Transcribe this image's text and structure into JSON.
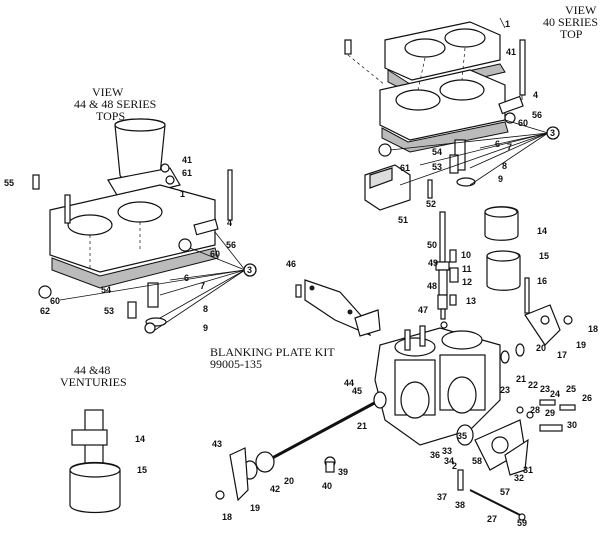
{
  "captions": {
    "view_40_line1": "VIEW",
    "view_40_line2": "40  SERIES",
    "view_40_line3": "TOP",
    "view_44_line1": "VIEW",
    "view_44_line2": "44 & 48 SERIES",
    "view_44_line3": "TOPS",
    "blanking_line1": "BLANKING PLATE KIT",
    "blanking_line2": "99005-135",
    "venturi_line1": "44 &48",
    "venturi_line2": "VENTURIES"
  },
  "labels": [
    {
      "id": "r1",
      "t": "1"
    },
    {
      "id": "r41",
      "t": "41"
    },
    {
      "id": "r4",
      "t": "4"
    },
    {
      "id": "r56",
      "t": "56"
    },
    {
      "id": "r60",
      "t": "60"
    },
    {
      "id": "r3",
      "t": "3"
    },
    {
      "id": "r54",
      "t": "54"
    },
    {
      "id": "r6",
      "t": "6"
    },
    {
      "id": "r7",
      "t": "7"
    },
    {
      "id": "r53",
      "t": "53"
    },
    {
      "id": "r8",
      "t": "8"
    },
    {
      "id": "r61",
      "t": "61"
    },
    {
      "id": "r9",
      "t": "9"
    },
    {
      "id": "r52",
      "t": "52"
    },
    {
      "id": "r51",
      "t": "51"
    },
    {
      "id": "r14",
      "t": "14"
    },
    {
      "id": "r50",
      "t": "50"
    },
    {
      "id": "r10",
      "t": "10"
    },
    {
      "id": "r49",
      "t": "49"
    },
    {
      "id": "r11",
      "t": "11"
    },
    {
      "id": "r12",
      "t": "12"
    },
    {
      "id": "r15",
      "t": "15"
    },
    {
      "id": "r48",
      "t": "48"
    },
    {
      "id": "r13",
      "t": "13"
    },
    {
      "id": "r16",
      "t": "16"
    },
    {
      "id": "r47",
      "t": "47"
    },
    {
      "id": "r18",
      "t": "18"
    },
    {
      "id": "r19",
      "t": "19"
    },
    {
      "id": "r20",
      "t": "20"
    },
    {
      "id": "r17",
      "t": "17"
    },
    {
      "id": "r21a",
      "t": "21"
    },
    {
      "id": "r22",
      "t": "22"
    },
    {
      "id": "r23",
      "t": "23"
    },
    {
      "id": "r24",
      "t": "24"
    },
    {
      "id": "r25",
      "t": "25"
    },
    {
      "id": "r26",
      "t": "26"
    },
    {
      "id": "r23b",
      "t": "23"
    },
    {
      "id": "r28",
      "t": "28"
    },
    {
      "id": "r29",
      "t": "29"
    },
    {
      "id": "r30",
      "t": "30"
    },
    {
      "id": "r44",
      "t": "44"
    },
    {
      "id": "r45",
      "t": "45"
    },
    {
      "id": "r21b",
      "t": "21"
    },
    {
      "id": "r35",
      "t": "35"
    },
    {
      "id": "r33",
      "t": "33"
    },
    {
      "id": "r34",
      "t": "34"
    },
    {
      "id": "r36",
      "t": "36"
    },
    {
      "id": "r2",
      "t": "2"
    },
    {
      "id": "r58",
      "t": "58"
    },
    {
      "id": "r31",
      "t": "31"
    },
    {
      "id": "r32",
      "t": "32"
    },
    {
      "id": "r43",
      "t": "43"
    },
    {
      "id": "r42",
      "t": "42"
    },
    {
      "id": "r20b",
      "t": "20"
    },
    {
      "id": "r39",
      "t": "39"
    },
    {
      "id": "r40",
      "t": "40"
    },
    {
      "id": "r18b",
      "t": "18"
    },
    {
      "id": "r19b",
      "t": "19"
    },
    {
      "id": "r37",
      "t": "37"
    },
    {
      "id": "r38",
      "t": "38"
    },
    {
      "id": "r57",
      "t": "57"
    },
    {
      "id": "r27",
      "t": "27"
    },
    {
      "id": "r59",
      "t": "59"
    },
    {
      "id": "r46",
      "t": "46"
    },
    {
      "id": "l41",
      "t": "41"
    },
    {
      "id": "l61",
      "t": "61"
    },
    {
      "id": "l1",
      "t": "1"
    },
    {
      "id": "l55",
      "t": "55"
    },
    {
      "id": "l4",
      "t": "4"
    },
    {
      "id": "l56",
      "t": "56"
    },
    {
      "id": "l60a",
      "t": "60"
    },
    {
      "id": "l3",
      "t": "3"
    },
    {
      "id": "l6",
      "t": "6"
    },
    {
      "id": "l7",
      "t": "7"
    },
    {
      "id": "l54",
      "t": "54"
    },
    {
      "id": "l60b",
      "t": "60"
    },
    {
      "id": "l62",
      "t": "62"
    },
    {
      "id": "l53",
      "t": "53"
    },
    {
      "id": "l8",
      "t": "8"
    },
    {
      "id": "l9",
      "t": "9"
    },
    {
      "id": "l14",
      "t": "14"
    },
    {
      "id": "l15",
      "t": "15"
    }
  ]
}
